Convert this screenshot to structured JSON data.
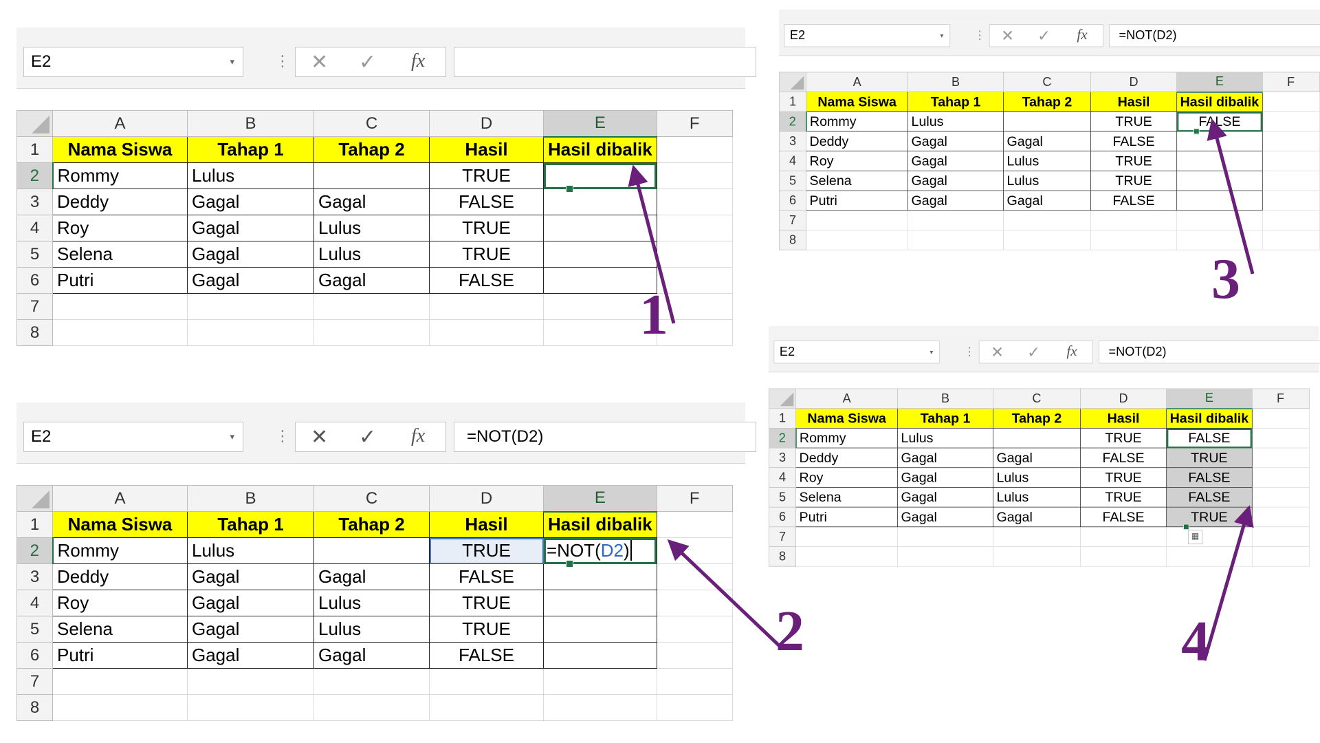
{
  "columns": [
    "A",
    "B",
    "C",
    "D",
    "E",
    "F"
  ],
  "rows": [
    "1",
    "2",
    "3",
    "4",
    "5",
    "6",
    "7",
    "8"
  ],
  "name_box": "E2",
  "icons": {
    "cancel": "cancel-x-icon",
    "enter": "enter-check-icon",
    "function": "fx-icon",
    "dropdown": "chevron-down-icon"
  },
  "formula_icons": {
    "x": "✕",
    "ok": "✓",
    "fx": "fx",
    "caret": "▾",
    "dots": "⋮"
  },
  "headers": [
    "Nama Siswa",
    "Tahap 1",
    "Tahap 2",
    "Hasil",
    "Hasil dibalik"
  ],
  "data_rows": [
    {
      "nama": "Rommy",
      "tahap1": "Lulus",
      "tahap2": "",
      "hasil": "TRUE"
    },
    {
      "nama": "Deddy",
      "tahap1": "Gagal",
      "tahap2": "Gagal",
      "hasil": "FALSE"
    },
    {
      "nama": "Roy",
      "tahap1": "Gagal",
      "tahap2": "Lulus",
      "hasil": "TRUE"
    },
    {
      "nama": "Selena",
      "tahap1": "Gagal",
      "tahap2": "Lulus",
      "hasil": "TRUE"
    },
    {
      "nama": "Putri",
      "tahap1": "Gagal",
      "tahap2": "Gagal",
      "hasil": "FALSE"
    }
  ],
  "panels": [
    {
      "formula": "",
      "editing": false,
      "e_values": [
        "",
        "",
        "",
        "",
        ""
      ]
    },
    {
      "formula": "=NOT(D2)",
      "editing": true,
      "edit_prefix": "=NOT(",
      "edit_ref": "D2",
      "edit_suffix": ")",
      "e_values": [
        "",
        "",
        "",
        "",
        ""
      ]
    },
    {
      "formula": "=NOT(D2)",
      "editing": false,
      "e_values": [
        "FALSE",
        "",
        "",
        "",
        ""
      ]
    },
    {
      "formula": "=NOT(D2)",
      "editing": false,
      "e_values": [
        "FALSE",
        "TRUE",
        "FALSE",
        "FALSE",
        "TRUE"
      ]
    }
  ],
  "annotations": [
    "1",
    "2",
    "3",
    "4"
  ],
  "colors": {
    "header_fill": "#ffff00",
    "excel_green": "#217346",
    "arrow": "#6a1f7a",
    "ref_blue": "#2e67c7"
  }
}
